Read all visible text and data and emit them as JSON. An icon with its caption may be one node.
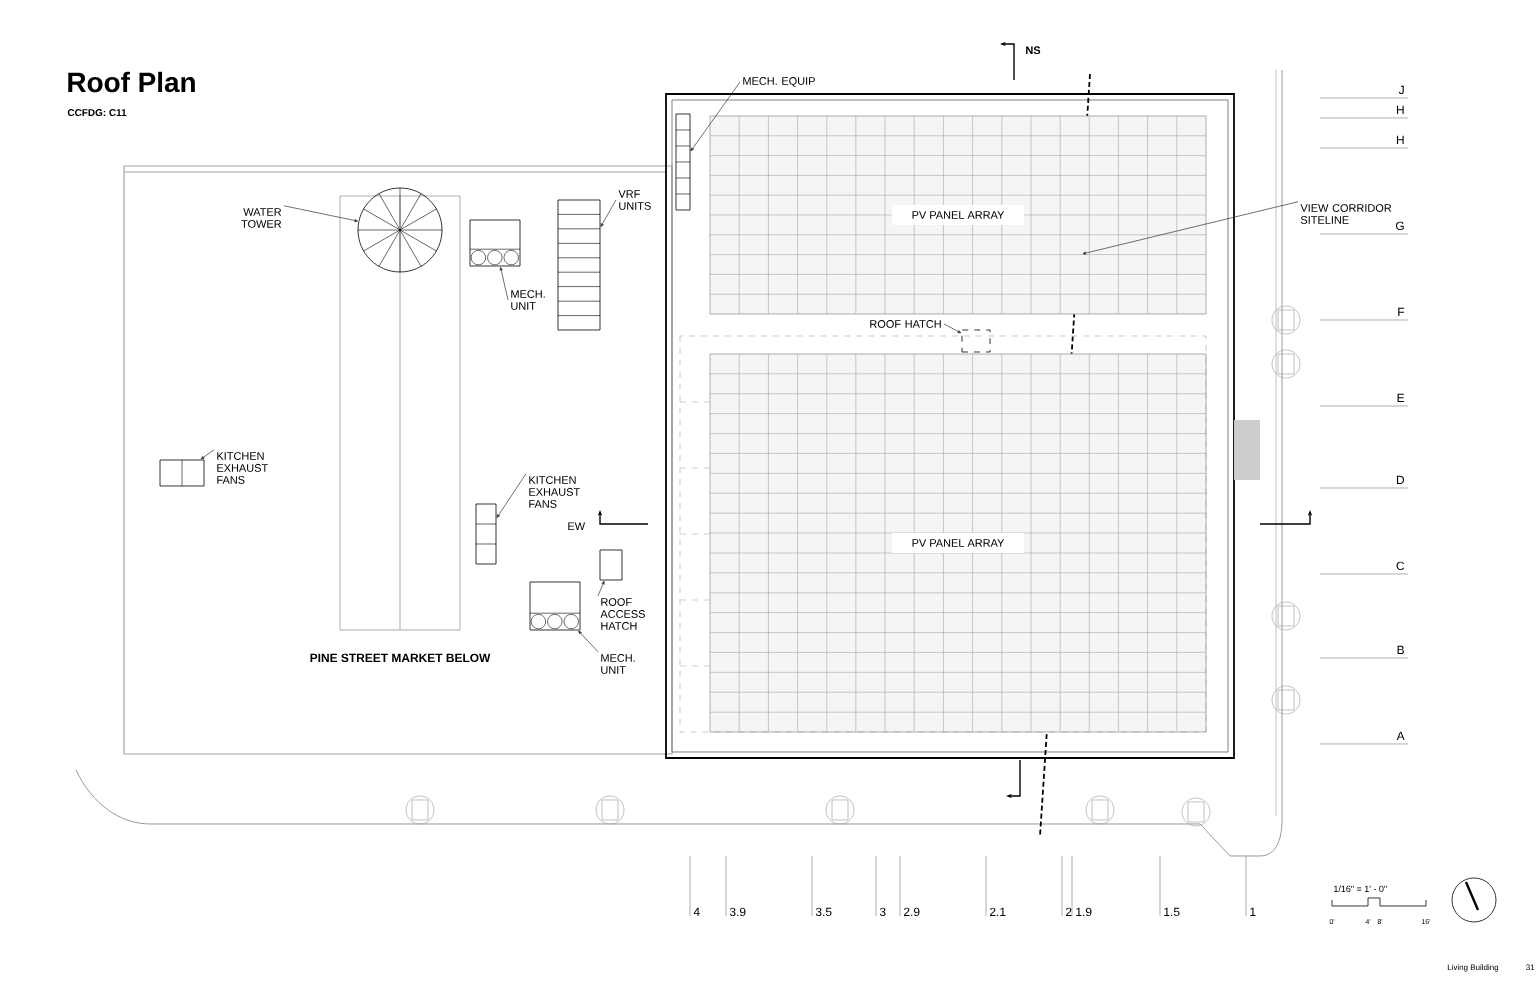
{
  "diagram": {
    "title": "Roof Plan",
    "nodes": [
      {
        "text": [
          "WATER TOWER"
        ]
      },
      {
        "text": [],
        "shape": "circle"
      },
      {
        "text": [
          "VRF UNITS"
        ]
      },
      {
        "text": [],
        "shape": "box"
      },
      {
        "text": [
          "MECH. UNIT"
        ]
      },
      {
        "text": [],
        "shape": "box"
      },
      {
        "text": [
          "KITCHEN EXHAUST FANS"
        ]
      },
      {
        "text": [],
        "shape": "box"
      },
      {
        "text": [
          "KITCHEN EXHAUST FANS"
        ]
      },
      {
        "text": [],
        "shape": "box"
      },
      {
        "text": [
          "ROOF ACCESS HATCH"
        ]
      },
      {
        "text": [],
        "shape": "box"
      },
      {
        "text": [
          "MECH. UNIT"
        ]
      },
      {
        "text": [],
        "shape": "box"
      },
      {
        "text": [
          "MECH. EQUIP"
        ]
      },
      {
        "text": [],
        "shape": "box"
      },
      {
        "text": [
          "VIEW CORRIDOR SITELINE"
        ]
      },
      {
        "text": [
          "ROOF HATCH"
        ]
      },
      {
        "text": [],
        "shape": "box"
      },
      {
        "text": [
          "PV PANEL ARRAY"
        ]
      },
      {
        "text": [
          "PV PANEL ARRAY"
        ]
      }
    ],
    "edges": [
      {
        "from": 0,
        "to": 1,
        "arrow": "to"
      },
      {
        "from": 2,
        "to": 3,
        "arrow": "to"
      },
      {
        "from": 4,
        "to": 5,
        "arrow": "to"
      },
      {
        "from": 6,
        "to": 7,
        "arrow": "to"
      },
      {
        "from": 8,
        "to": 9,
        "arrow": "to"
      },
      {
        "from": 10,
        "to": 11,
        "arrow": "to"
      },
      {
        "from": 12,
        "to": 13,
        "arrow": "to"
      },
      {
        "from": 14,
        "to": 15,
        "arrow": "to"
      },
      {
        "from": 16,
        "to": 19,
        "arrow": "to"
      },
      {
        "from": 17,
        "to": 18,
        "arrow": "to"
      }
    ],
    "labels": [
      "CCFDG: C11",
      "NS",
      "PINE STREET MARKET BELOW",
      "EW",
      "J",
      "H",
      "H",
      "G",
      "F",
      "E",
      "D",
      "C",
      "B",
      "A",
      "4",
      "3.9",
      "3.5",
      "3",
      "2.9",
      "2.1",
      "2",
      "1.9",
      "1.5",
      "1",
      "1/16\" = 1' - 0\"",
      "0'",
      "4'",
      "8'",
      "16'",
      "Living Building",
      "31"
    ]
  }
}
